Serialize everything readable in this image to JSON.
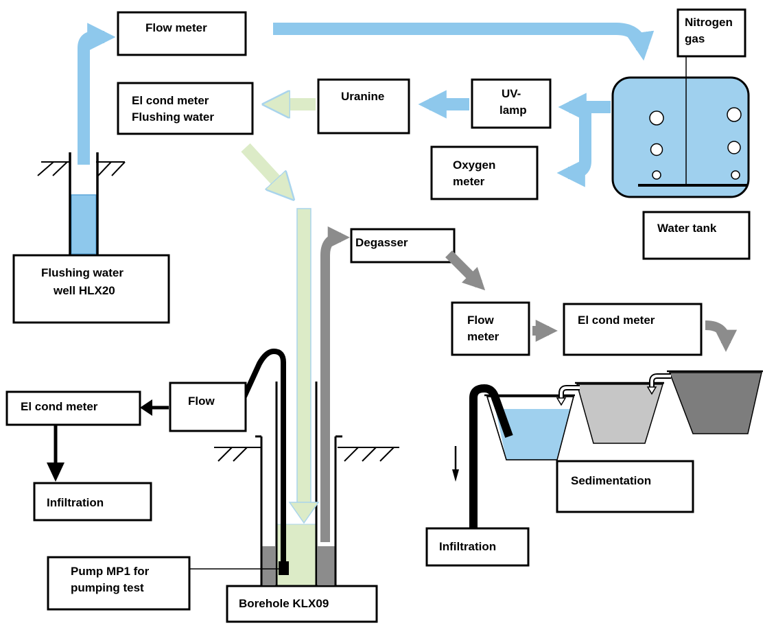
{
  "flow_meter_top": "Flow meter",
  "nitrogen": [
    "Nitrogen",
    "gas"
  ],
  "el_cond_flushing": [
    "El cond meter",
    "Flushing water"
  ],
  "uranine": "Uranine",
  "uv_lamp": [
    "UV-",
    "lamp"
  ],
  "oxygen_meter": [
    "Oxygen",
    "meter"
  ],
  "water_tank": "Water tank",
  "flushing_well": [
    "Flushing water",
    "well HLX20"
  ],
  "degasser": "Degasser",
  "flow_meter_right": [
    "Flow",
    "meter"
  ],
  "el_cond_right": "El cond meter",
  "sedimentation": "Sedimentation",
  "infiltration_right": "Infiltration",
  "flow_left": "Flow",
  "el_cond_left": "El cond meter",
  "infiltration_left": "Infiltration",
  "pump": [
    "Pump MP1 for",
    "pumping test"
  ],
  "borehole": "Borehole KLX09",
  "colors": {
    "flushing_water": "#8ec8ec",
    "tank_water": "#9fd0ee",
    "tracer": "#dcebc7",
    "tracer_stroke": "#a9d4ec",
    "degassed": "#8c8c8c",
    "bucket_mid": "#c6c6c6",
    "bucket_dark": "#7d7d7d",
    "line": "#000000"
  }
}
